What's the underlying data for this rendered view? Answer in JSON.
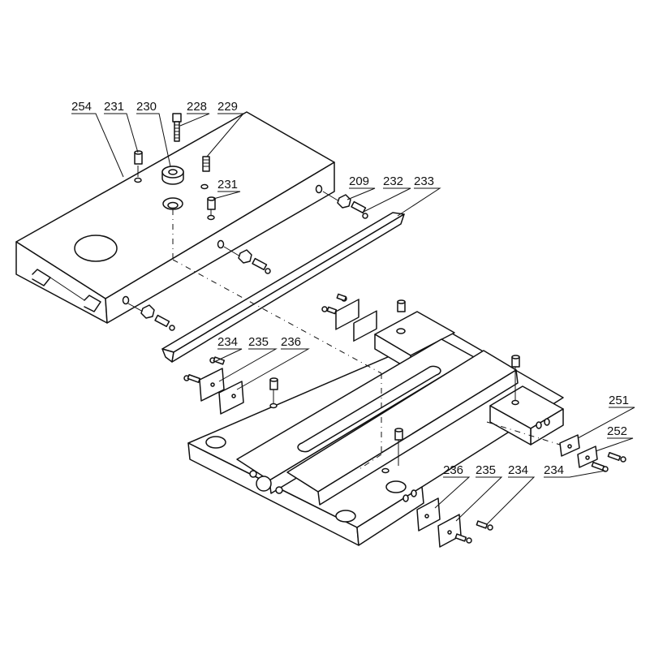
{
  "callouts": {
    "c254": "254",
    "c231a": "231",
    "c230": "230",
    "c228": "228",
    "c229": "229",
    "c231b": "231",
    "c209": "209",
    "c232": "232",
    "c233": "233",
    "c234a": "234",
    "c235a": "235",
    "c236a": "236",
    "c251": "251",
    "c252": "252",
    "c236b": "236",
    "c235b": "235",
    "c234b": "234",
    "c234c": "234"
  }
}
